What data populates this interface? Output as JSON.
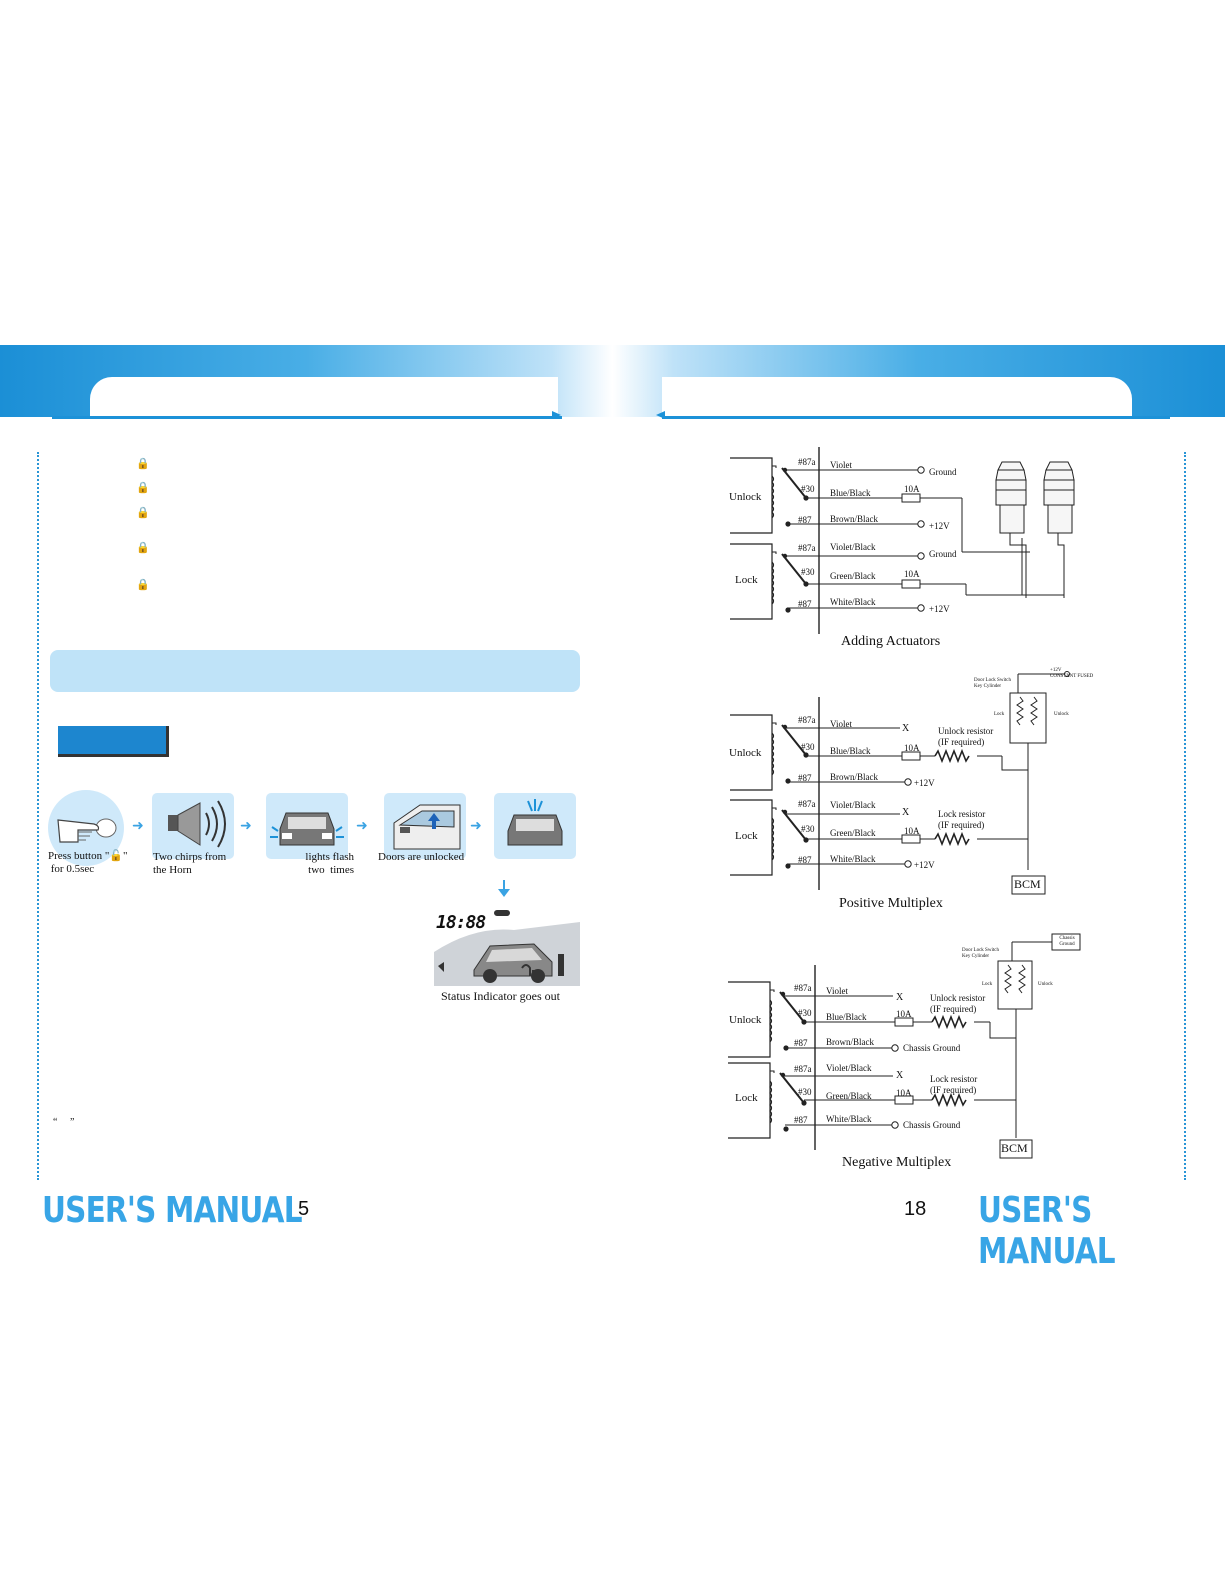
{
  "left_page": {
    "lock_icons": [
      "🔒",
      "🔒",
      "🔒",
      "🔒",
      "🔒"
    ],
    "steps": [
      {
        "caption": "Press button \"🔓\"\n for 0.5sec",
        "icon": "hand-press-icon"
      },
      {
        "caption": "Two chirps from\nthe Horn",
        "icon": "horn-icon"
      },
      {
        "caption": "lights flash\ntwo  times",
        "icon": "car-lights-icon"
      },
      {
        "caption": "Doors are unlocked",
        "icon": "door-unlock-icon"
      },
      {
        "caption": "",
        "icon": "car-roof-light-icon"
      }
    ],
    "lcd_time": "18:88",
    "status_caption": "Status Indicator goes out",
    "quote_marks": "“     ”",
    "page_number": "5",
    "footer_brand": "USER'S MANUAL"
  },
  "right_page": {
    "page_number": "18",
    "footer_brand": "USER'S MANUAL",
    "diagrams": [
      {
        "title": "Adding Actuators",
        "relays": [
          {
            "name": "Unlock",
            "pins": [
              {
                "pin": "#87a",
                "wire": "Violet",
                "end": "Ground"
              },
              {
                "pin": "#30",
                "wire": "Blue/Black",
                "fuse": "10A"
              },
              {
                "pin": "#87",
                "wire": "Brown/Black",
                "end": "+12V"
              }
            ]
          },
          {
            "name": "Lock",
            "pins": [
              {
                "pin": "#87a",
                "wire": "Violet/Black",
                "end": "Ground"
              },
              {
                "pin": "#30",
                "wire": "Green/Black",
                "fuse": "10A"
              },
              {
                "pin": "#87",
                "wire": "White/Black",
                "end": "+12V"
              }
            ]
          }
        ]
      },
      {
        "title": "Positive Multiplex",
        "switch_label": "Door Lock Switch\nKey Cylinder",
        "supply_label": "+12V\nCONSTANT FUSED",
        "lock_label": "Lock",
        "unlock_label": "Unlock",
        "unlock_resistor": "Unlock resistor\n(IF required)",
        "lock_resistor": "Lock resistor\n(IF required)",
        "module": "BCM",
        "relays": [
          {
            "name": "Unlock",
            "pins": [
              {
                "pin": "#87a",
                "wire": "Violet",
                "end": "X"
              },
              {
                "pin": "#30",
                "wire": "Blue/Black",
                "fuse": "10A"
              },
              {
                "pin": "#87",
                "wire": "Brown/Black",
                "end": "+12V"
              }
            ]
          },
          {
            "name": "Lock",
            "pins": [
              {
                "pin": "#87a",
                "wire": "Violet/Black",
                "end": "X"
              },
              {
                "pin": "#30",
                "wire": "Green/Black",
                "fuse": "10A"
              },
              {
                "pin": "#87",
                "wire": "White/Black",
                "end": "+12V"
              }
            ]
          }
        ]
      },
      {
        "title": "Negative Multiplex",
        "switch_label": "Door Lock Switch\nKey Cylinder",
        "ground_box": "Chassis\nGround",
        "lock_label": "Lock",
        "unlock_label": "Unlock",
        "unlock_resistor": "Unlock resistor\n(IF required)",
        "lock_resistor": "Lock resistor\n(IF required)",
        "module": "BCM",
        "relays": [
          {
            "name": "Unlock",
            "pins": [
              {
                "pin": "#87a",
                "wire": "Violet",
                "end": "X"
              },
              {
                "pin": "#30",
                "wire": "Blue/Black",
                "fuse": "10A"
              },
              {
                "pin": "#87",
                "wire": "Brown/Black",
                "end": "Chassis Ground"
              }
            ]
          },
          {
            "name": "Lock",
            "pins": [
              {
                "pin": "#87a",
                "wire": "Violet/Black",
                "end": "X"
              },
              {
                "pin": "#30",
                "wire": "Green/Black",
                "fuse": "10A"
              },
              {
                "pin": "#87",
                "wire": "White/Black",
                "end": "Chassis Ground"
              }
            ]
          }
        ]
      }
    ]
  },
  "colors": {
    "accent": "#1d92d8",
    "light_panel": "#bfe3f8",
    "brand": "#38a5e6"
  }
}
